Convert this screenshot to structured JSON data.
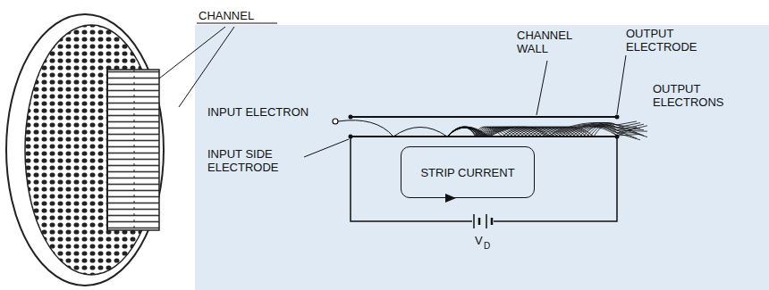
{
  "diagram": {
    "nodes": [
      {
        "text": [
          "STRIP CURRENT"
        ]
      }
    ],
    "labels": [
      "CHANNEL",
      "CHANNEL WALL",
      "OUTPUT ELECTRODE",
      "INPUT ELECTRON",
      "OUTPUT ELECTRONS",
      "INPUT SIDE ELECTRODE",
      "V",
      "D"
    ]
  }
}
